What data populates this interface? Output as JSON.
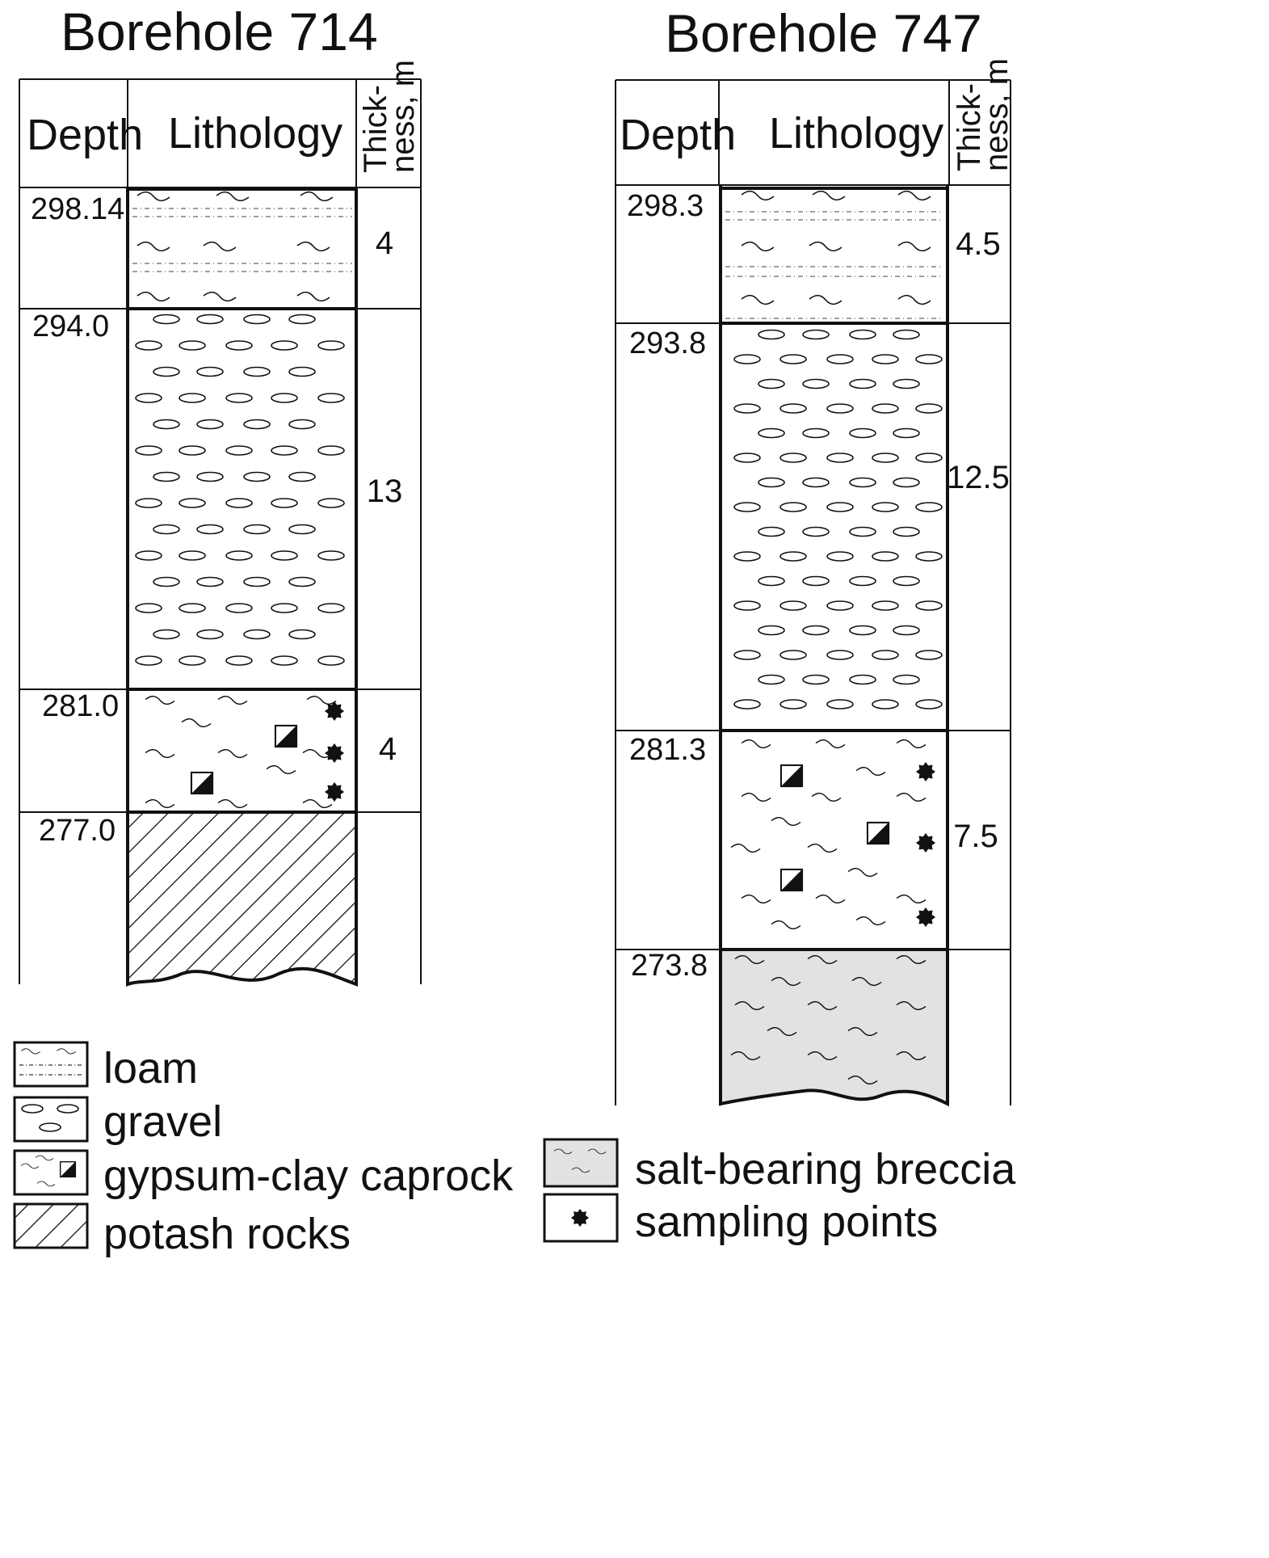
{
  "boreholes": [
    {
      "title": "Borehole 714",
      "headers": {
        "depth": "Depth",
        "lithology": "Lithology",
        "thickness": [
          "Thick-",
          "ness, m"
        ]
      },
      "layers": [
        {
          "depth": "298.14",
          "thickness": "4",
          "lithology": "loam"
        },
        {
          "depth": "294.0",
          "thickness": "13",
          "lithology": "gravel"
        },
        {
          "depth": "281.0",
          "thickness": "4",
          "lithology": "gypsum-clay caprock",
          "sampling_points": 3
        },
        {
          "depth": "277.0",
          "thickness": "",
          "lithology": "potash rocks"
        }
      ]
    },
    {
      "title": "Borehole 747",
      "headers": {
        "depth": "Depth",
        "lithology": "Lithology",
        "thickness": [
          "Thick-",
          "ness, m"
        ]
      },
      "layers": [
        {
          "depth": "298.3",
          "thickness": "4.5",
          "lithology": "loam"
        },
        {
          "depth": "293.8",
          "thickness": "12.5",
          "lithology": "gravel"
        },
        {
          "depth": "281.3",
          "thickness": "7.5",
          "lithology": "gypsum-clay caprock",
          "sampling_points": 3
        },
        {
          "depth": "273.8",
          "thickness": "",
          "lithology": "salt-bearing breccia"
        }
      ]
    }
  ],
  "legend": [
    {
      "pattern": "loam",
      "label": "loam"
    },
    {
      "pattern": "gravel",
      "label": "gravel"
    },
    {
      "pattern": "caprock",
      "label": "gypsum-clay caprock"
    },
    {
      "pattern": "potash",
      "label": "potash rocks"
    },
    {
      "pattern": "breccia",
      "label": "salt-bearing breccia"
    },
    {
      "pattern": "sampling",
      "label": "sampling points"
    }
  ],
  "colors": {
    "line": "#111111",
    "breccia_fill": "#e2e2e2",
    "background": "#ffffff"
  }
}
